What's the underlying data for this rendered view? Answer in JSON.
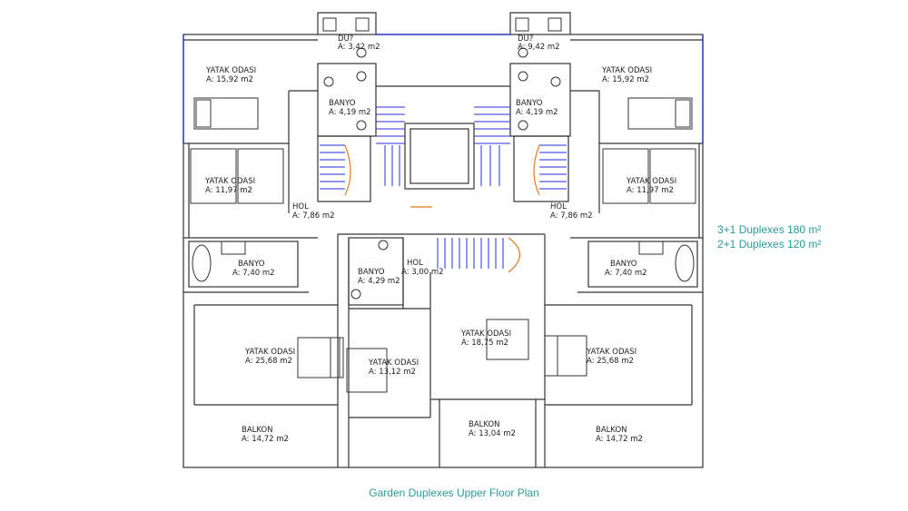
{
  "caption": "Garden Duplexes Upper Floor Plan",
  "legend": {
    "line1": "3+1 Duplexes 180 m²",
    "line2": "2+1 Duplexes 120 m²"
  },
  "rooms": {
    "du_left": {
      "name": "DU?",
      "area": "A: 3,42 m2"
    },
    "du_right": {
      "name": "DU?",
      "area": "A: 9,42 m2"
    },
    "yatak1_left": {
      "name": "YATAK ODASI",
      "area": "A: 15,92 m2"
    },
    "yatak1_right": {
      "name": "YATAK ODASI",
      "area": "A: 15,92 m2"
    },
    "banyo_top_left": {
      "name": "BANYO",
      "area": "A: 4,19 m2"
    },
    "banyo_top_right": {
      "name": "BANYO",
      "area": "A: 4,19 m2"
    },
    "yatak2_left": {
      "name": "YATAK ODASI",
      "area": "A: 11,97 m2"
    },
    "yatak2_right": {
      "name": "YATAK ODASI",
      "area": "A: 11,97 m2"
    },
    "hol_left": {
      "name": "HOL",
      "area": "A: 7,86 m2"
    },
    "hol_right": {
      "name": "HOL",
      "area": "A: 7,86 m2"
    },
    "banyo_mid_left": {
      "name": "BANYO",
      "area": "A: 7,40 m2"
    },
    "banyo_mid_right": {
      "name": "BANYO",
      "area": "A: 7,40 m2"
    },
    "banyo_center": {
      "name": "BANYO",
      "area": "A: 4,29 m2"
    },
    "hol_center": {
      "name": "HOL",
      "area": "A: 3,00 m2"
    },
    "yatak_master_left": {
      "name": "YATAK ODASI",
      "area": "A: 25,68 m2"
    },
    "yatak_master_right": {
      "name": "YATAK ODASI",
      "area": "A: 25,68 m2"
    },
    "yatak_center_small": {
      "name": "YATAK ODASI",
      "area": "A: 13,12 m2"
    },
    "yatak_center_large": {
      "name": "YATAK ODASI",
      "area": "A: 18,75 m2"
    },
    "balkon_left": {
      "name": "BALKON",
      "area": "A: 14,72 m2"
    },
    "balkon_center": {
      "name": "BALKON",
      "area": "A: 13,04 m2"
    },
    "balkon_right": {
      "name": "BALKON",
      "area": "A: 14,72 m2"
    }
  },
  "colors": {
    "wall": "#333333",
    "stair": "#2233dd",
    "stair_accent": "#e07b20",
    "window": "#3344cc",
    "accent_text": "#2a9a9a"
  }
}
